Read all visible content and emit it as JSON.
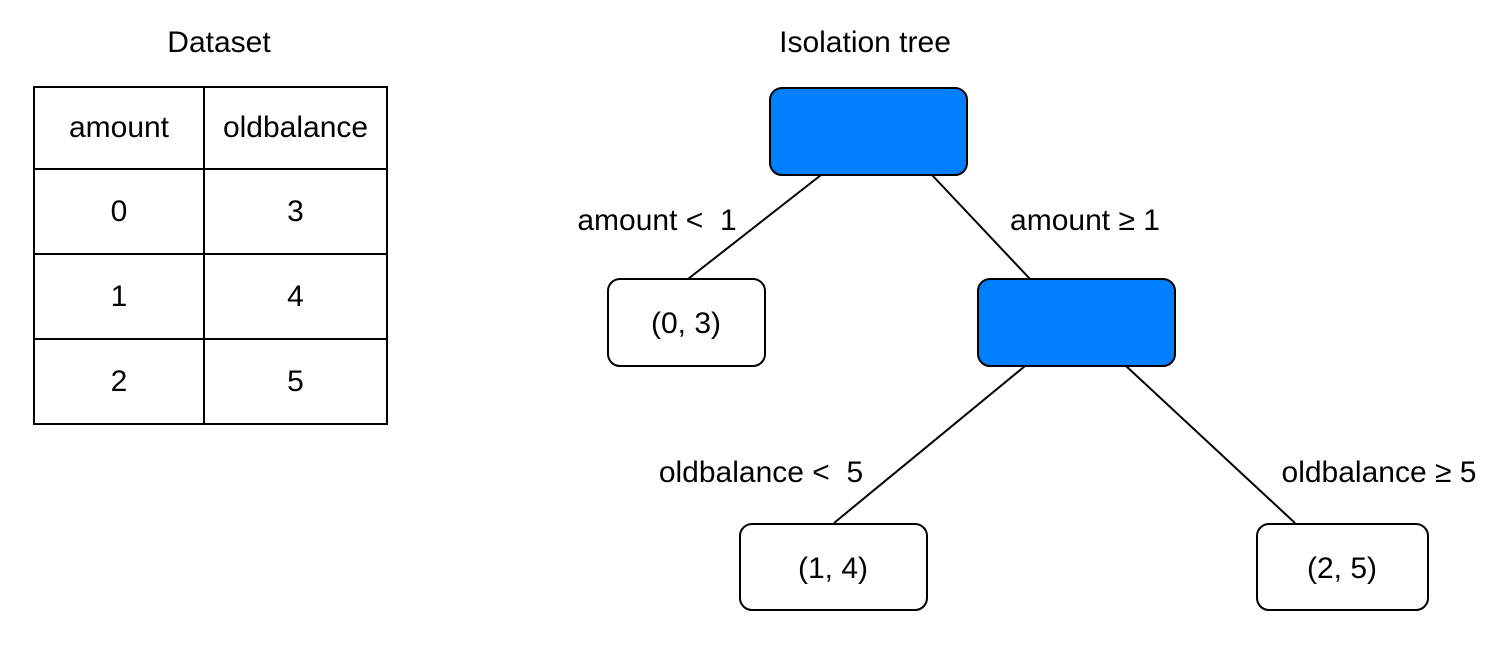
{
  "dataset": {
    "title": "Dataset",
    "columns": [
      "amount",
      "oldbalance"
    ],
    "rows": [
      [
        "0",
        "3"
      ],
      [
        "1",
        "4"
      ],
      [
        "2",
        "5"
      ]
    ]
  },
  "tree": {
    "title": "Isolation tree",
    "split_fill": "#0080ff",
    "leaf_fill": "#ffffff",
    "edges": {
      "root_left": "amount <  1",
      "root_right": "amount ≥ 1",
      "split_left": "oldbalance <  5",
      "split_right": "oldbalance ≥ 5"
    },
    "leaves": {
      "leaf_left": "(0, 3)",
      "leaf_mid": "(1, 4)",
      "leaf_right": "(2, 5)"
    }
  }
}
